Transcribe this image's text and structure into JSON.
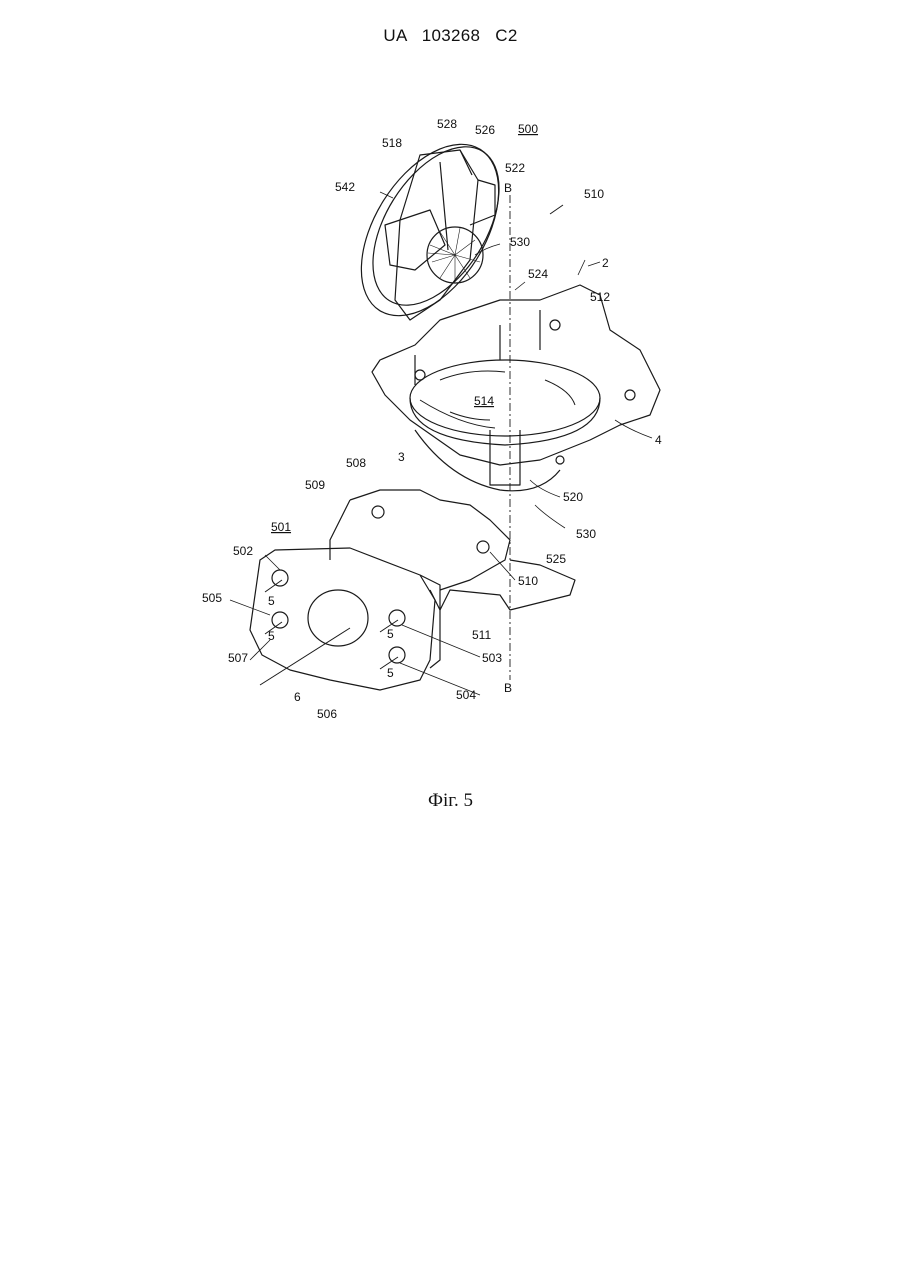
{
  "document": {
    "header": "UA 103268 C2",
    "caption": "Фіг. 5"
  },
  "figure": {
    "labels": {
      "l500": "500",
      "l528": "528",
      "l526": "526",
      "l518": "518",
      "l522": "522",
      "lB_top": "B",
      "l510_top": "510",
      "l542": "542",
      "l530_top": "530",
      "l2": "2",
      "l524": "524",
      "l512": "512",
      "l514": "514",
      "l4": "4",
      "l508": "508",
      "l3": "3",
      "l509": "509",
      "l520": "520",
      "l530_bot": "530",
      "l525": "525",
      "l501": "501",
      "l502": "502",
      "l510_mid": "510",
      "l505": "505",
      "l511": "511",
      "l507": "507",
      "l503": "503",
      "l5a": "5",
      "l5b": "5",
      "l5c": "5",
      "l5d": "5",
      "l6": "6",
      "l506": "506",
      "l504": "504",
      "lB_bot": "B"
    }
  }
}
